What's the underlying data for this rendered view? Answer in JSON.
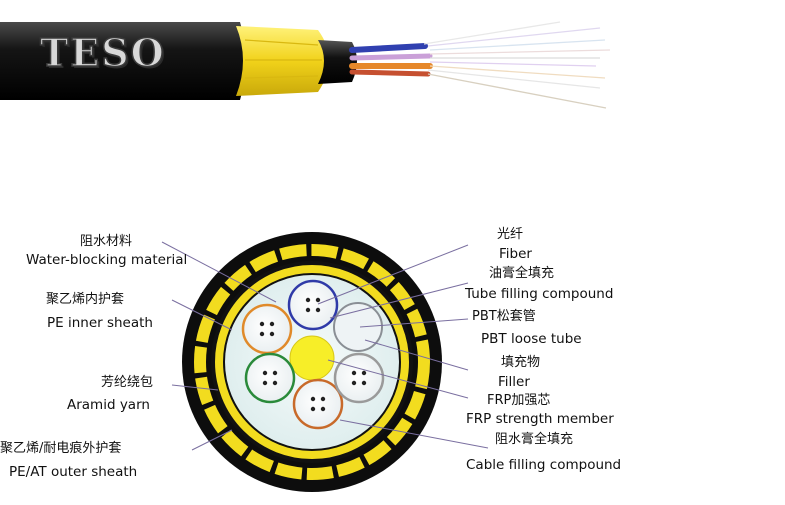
{
  "logo": {
    "text": "TESO"
  },
  "labels": {
    "water_blocking_zh": "阻水材料",
    "water_blocking_en": "Water-blocking material",
    "pe_inner_zh": "聚乙烯内护套",
    "pe_inner_en": "PE inner sheath",
    "aramid_zh": "芳纶绕包",
    "aramid_en": "Aramid yarn",
    "outer_zh": "聚乙烯/耐电痕外护套",
    "outer_en": "PE/AT outer sheath",
    "fiber_zh": "光纤",
    "fiber_en": "Fiber",
    "tube_fill_zh": "油膏全填充",
    "tube_fill_en": "Tube filling compound",
    "pbt_zh": "PBT松套管",
    "pbt_en": "PBT loose tube",
    "filler_zh": "填充物",
    "filler_en": "Filler",
    "frp_zh": "FRP加强芯",
    "frp_en": "FRP strength member",
    "cable_fill_zh": "阻水膏全填充",
    "cable_fill_en": "Cable filling compound"
  },
  "colors": {
    "sheath": "#0d0d0d",
    "aramid": "#f2dc1f",
    "frp": "#f5ec2a",
    "leader": "#7a6fa0",
    "tube_colors": [
      "#2f3aa8",
      "#e08a2a",
      "#2a8a3a",
      "#c86a2a",
      "#9a9a9a",
      "#a0a0a0"
    ]
  }
}
